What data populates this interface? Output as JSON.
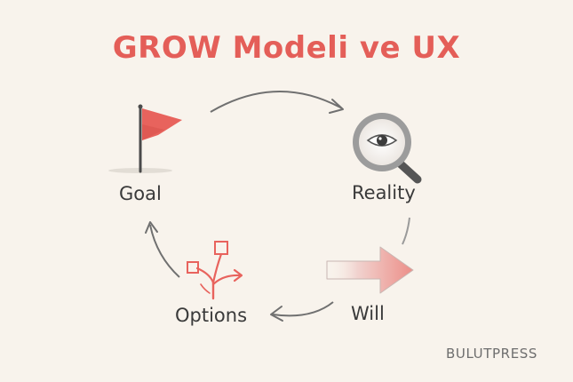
{
  "title": "GROW Modeli ve UX",
  "steps": {
    "goal": "Goal",
    "reality": "Reality",
    "will": "Will",
    "options": "Options"
  },
  "icons": {
    "goal": "flag-icon",
    "reality": "magnifier-eye-icon",
    "will": "arrow-right-icon",
    "options": "branching-options-icon"
  },
  "brand": "BULUTPRESS",
  "colors": {
    "accent": "#e45e58",
    "background": "#f8f3ec",
    "text": "#3a3a3a",
    "arrow": "#707070"
  }
}
